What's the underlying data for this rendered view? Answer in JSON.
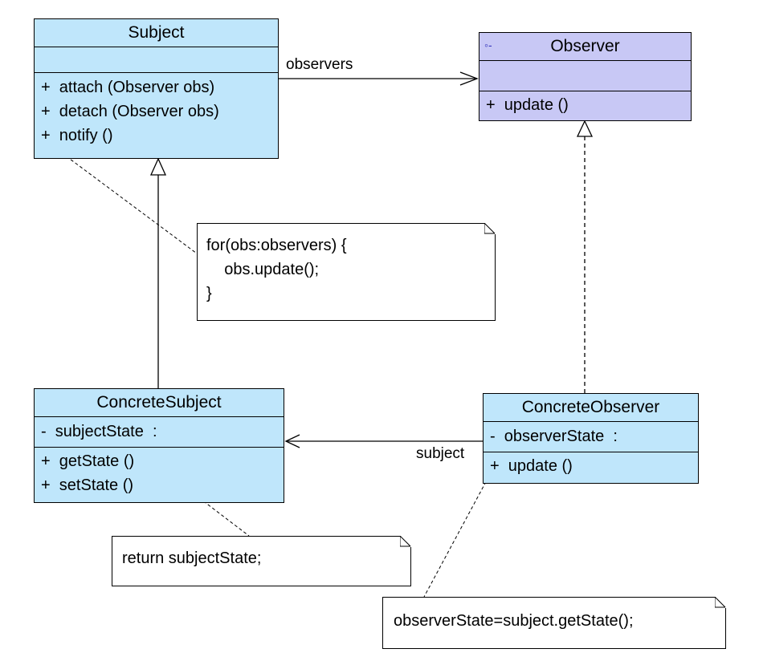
{
  "classes": {
    "subject": {
      "name": "Subject",
      "attributes": [],
      "operations": [
        "+  attach (Observer obs)",
        "+  detach (Observer obs)",
        "+  notify ()"
      ]
    },
    "observer": {
      "name": "Observer",
      "stereotype_icon": "interface-icon",
      "attributes": [],
      "operations": [
        "+  update ()"
      ]
    },
    "concrete_subject": {
      "name": "ConcreteSubject",
      "attributes": [
        "-  subjectState  :"
      ],
      "operations": [
        "+  getState ()",
        "+  setState ()"
      ]
    },
    "concrete_observer": {
      "name": "ConcreteObserver",
      "attributes": [
        "-  observerState  :"
      ],
      "operations": [
        "+  update ()"
      ]
    }
  },
  "notes": {
    "notify_note": [
      "for(obs:observers) {",
      "    obs.update();",
      "}"
    ],
    "getstate_note": [
      "return subjectState;"
    ],
    "update_note": [
      "observerState=subject.getState();"
    ]
  },
  "associations": {
    "observers_label": "observers",
    "subject_label": "subject"
  },
  "colors": {
    "class_fill": "#bfe6fb",
    "interface_fill": "#c8c8f5",
    "line": "#000000"
  }
}
